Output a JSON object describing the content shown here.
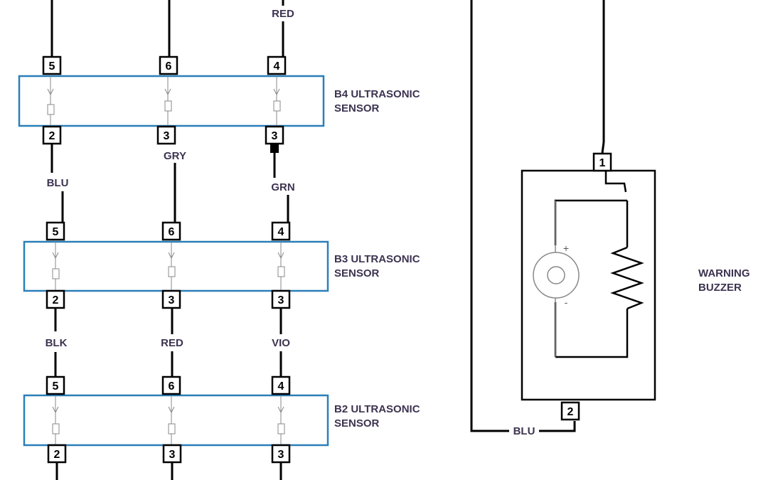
{
  "colors": {
    "sensor_border": "#2a7fb8",
    "label_text": "#3d3350",
    "wire": "#000000"
  },
  "sensors": [
    {
      "name_line1": "B4 ULTRASONIC",
      "name_line2": "SENSOR",
      "top_pins": [
        "5",
        "6",
        "4"
      ],
      "bottom_pins": [
        "2",
        "3",
        "3"
      ]
    },
    {
      "name_line1": "B3 ULTRASONIC",
      "name_line2": "SENSOR",
      "top_pins": [
        "5",
        "6",
        "4"
      ],
      "bottom_pins": [
        "2",
        "3",
        "3"
      ]
    },
    {
      "name_line1": "B2 ULTRASONIC",
      "name_line2": "SENSOR",
      "top_pins": [
        "5",
        "6",
        "4"
      ],
      "bottom_pins": [
        "2",
        "3",
        "3"
      ]
    }
  ],
  "wire_labels": {
    "top_red": "RED",
    "b4_b3": [
      "BLU",
      "GRY",
      "GRN"
    ],
    "b3_b2": [
      "BLK",
      "RED",
      "VIO"
    ],
    "buzzer_return": "BLU"
  },
  "buzzer": {
    "name_line1": "WARNING",
    "name_line2": "BUZZER",
    "pin_top": "1",
    "pin_bottom": "2",
    "plus_symbol": "+",
    "minus_symbol": "-",
    "icons": [
      "motor-icon",
      "resistor-icon"
    ]
  }
}
